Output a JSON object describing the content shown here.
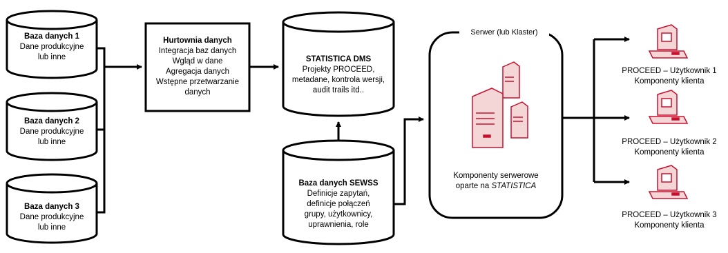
{
  "databases": [
    {
      "title": "Baza danych 1",
      "lines": [
        "Dane produkcyjne",
        "lub inne"
      ]
    },
    {
      "title": "Baza danych 2",
      "lines": [
        "Dane produkcyjne",
        "lub inne"
      ]
    },
    {
      "title": "Baza danych 3",
      "lines": [
        "Dane produkcyjne",
        "lub inne"
      ]
    }
  ],
  "warehouse": {
    "title": "Hurtownia danych",
    "lines": [
      "Integracja baz danych",
      "Wgląd w dane",
      "Agregacja danych",
      "Wstępne przetwarzanie",
      "danych"
    ]
  },
  "dms": {
    "title": "STATISTICA DMS",
    "lines": [
      "Projekty PROCEED,",
      "metadane, kontrola wersji,",
      "audit trails itd.."
    ]
  },
  "sewss": {
    "title": "Baza danych SEWSS",
    "lines": [
      "Definicje zapytań,",
      "definicje połączeń",
      "grupy, użytkownicy,",
      "uprawnienia, role"
    ]
  },
  "server": {
    "label": "Serwer (lub Klaster)",
    "caption_line1": "Komponenty serwerowe",
    "caption_prefix": "oparte na ",
    "caption_italic": "STATISTICA"
  },
  "clients": [
    {
      "title": "PROCEED – Użytkownik 1",
      "subtitle": "Komponenty klienta"
    },
    {
      "title": "PROCEED – Użytkownik 2",
      "subtitle": "Komponenty klienta"
    },
    {
      "title": "PROCEED – Użytkownik 3",
      "subtitle": "Komponenty klienta"
    }
  ],
  "colors": {
    "line": "#000000",
    "machine": "#c8102e",
    "machine_fill": "#f4d6d6"
  }
}
